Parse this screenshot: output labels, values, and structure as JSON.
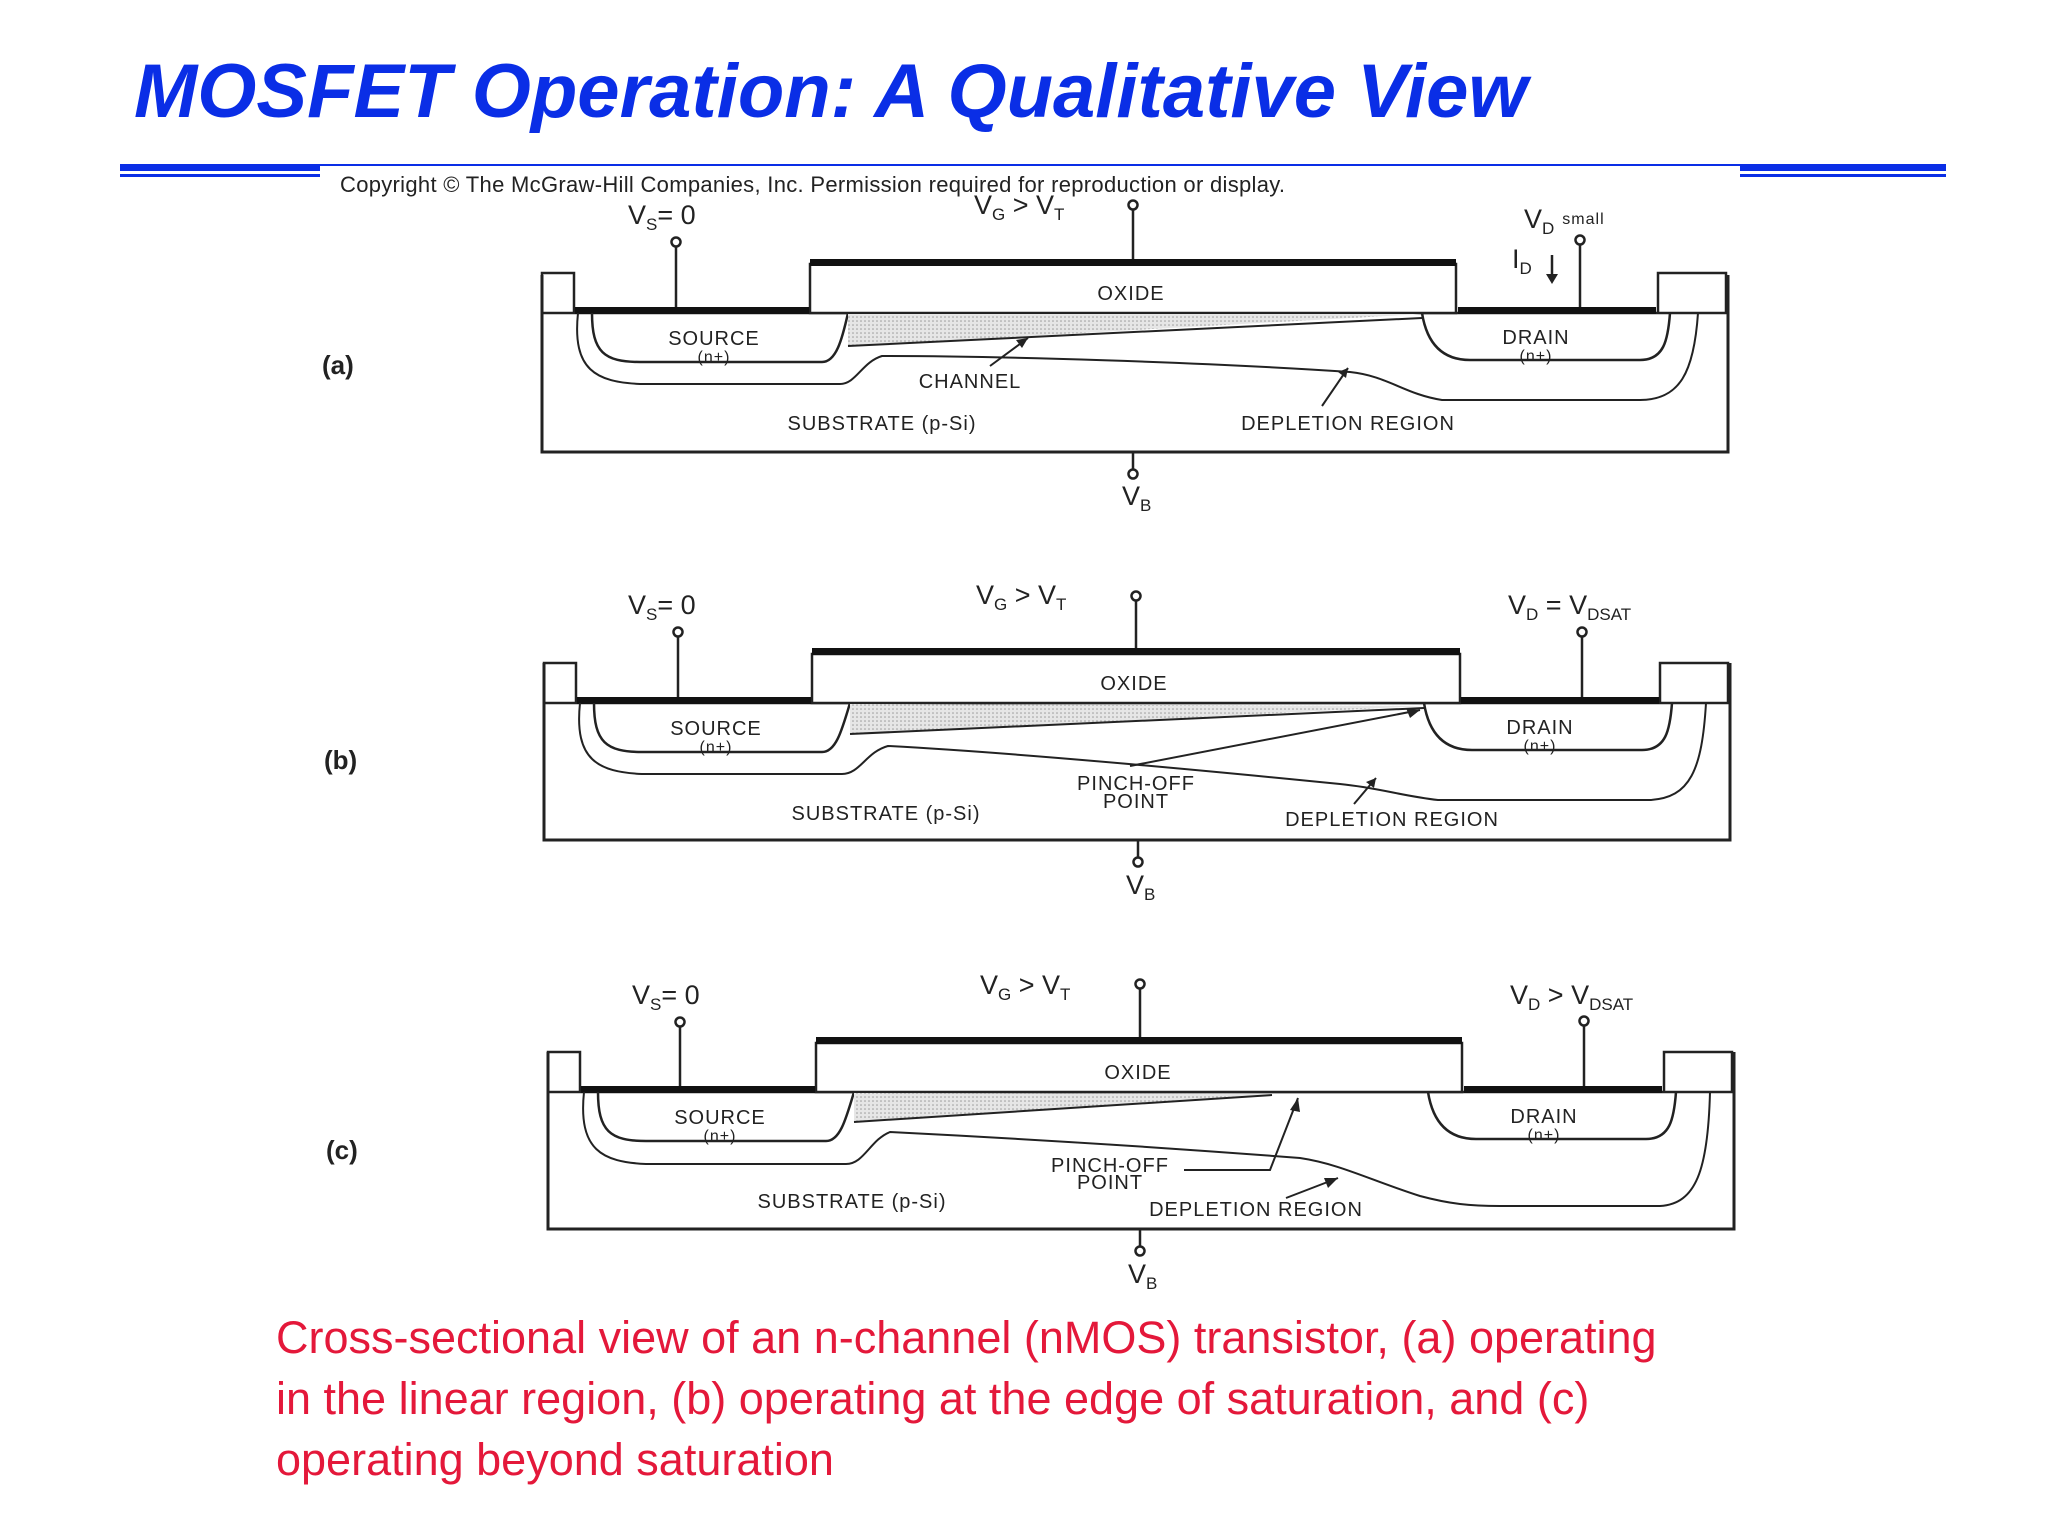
{
  "slide": {
    "title": "MOSFET Operation: A Qualitative View",
    "copyright": "Copyright © The McGraw-Hill Companies, Inc. Permission required for reproduction or display.",
    "caption_lines": [
      "Cross-sectional view of an n-channel (nMOS) transistor, (a) operating",
      "in the linear region, (b) operating at the edge of saturation, and (c)",
      "operating beyond saturation"
    ]
  },
  "colors": {
    "title": "#0a2ee6",
    "caption": "#e4183a",
    "rule": "#0a2ee6"
  },
  "panels": [
    {
      "id": "a",
      "label": "(a)",
      "vs": "V",
      "vs_sub": "S",
      "vs_rest": "= 0",
      "vg": "V",
      "vg_sub": "G",
      "vg_mid": " > V",
      "vg_sub2": "T",
      "vd": "V",
      "vd_sub": "D",
      "vd_rest": "small",
      "id_label": "I",
      "id_sub": "D",
      "oxide": "OXIDE",
      "source": "SOURCE",
      "source_type": "(n+)",
      "drain": "DRAIN",
      "drain_type": "(n+)",
      "channel": "CHANNEL",
      "substrate": "SUBSTRATE  (p-Si)",
      "depletion": "DEPLETION REGION",
      "vb": "V",
      "vb_sub": "B"
    },
    {
      "id": "b",
      "label": "(b)",
      "vs": "V",
      "vs_sub": "S",
      "vs_rest": "= 0",
      "vg": "V",
      "vg_sub": "G",
      "vg_mid": " > V",
      "vg_sub2": "T",
      "vd": "V",
      "vd_sub": "D",
      "vd_rest": " = V",
      "vd_sub2": "DSAT",
      "oxide": "OXIDE",
      "source": "SOURCE",
      "source_type": "(n+)",
      "drain": "DRAIN",
      "drain_type": "(n+)",
      "pinch": "PINCH-OFF",
      "pinch2": "POINT",
      "substrate": "SUBSTRATE  (p-Si)",
      "depletion": "DEPLETION REGION",
      "vb": "V",
      "vb_sub": "B"
    },
    {
      "id": "c",
      "label": "(c)",
      "vs": "V",
      "vs_sub": "S",
      "vs_rest": "= 0",
      "vg": "V",
      "vg_sub": "G",
      "vg_mid": " > V",
      "vg_sub2": "T",
      "vd": "V",
      "vd_sub": "D",
      "vd_rest": " > V",
      "vd_sub2": "DSAT",
      "oxide": "OXIDE",
      "source": "SOURCE",
      "source_type": "(n+)",
      "drain": "DRAIN",
      "drain_type": "(n+)",
      "pinch": "PINCH-OFF",
      "pinch2": "POINT",
      "substrate": "SUBSTRATE  (p-Si)",
      "depletion": "DEPLETION REGION",
      "vb": "V",
      "vb_sub": "B"
    }
  ]
}
